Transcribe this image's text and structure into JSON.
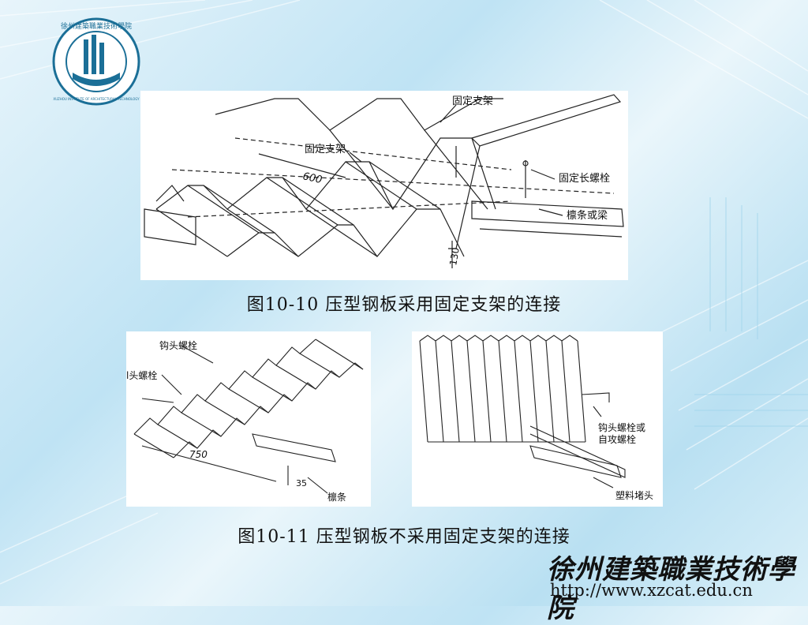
{
  "logo": {
    "top_text": "徐州建築職業技術學院",
    "ring_text": "XUZHOU INSTITUTE OF ARCHITECTURAL TECHNOLOGY",
    "colors": {
      "ring": "#1b6f97",
      "mark": "#1b6f97"
    }
  },
  "figure1": {
    "labels": {
      "bracket_top": "固定支架",
      "bracket_mid": "固定支架",
      "bolt": "固定长螺栓",
      "purlin": "檩条或梁",
      "dim_600": "600",
      "dim_130": "130"
    },
    "caption": "图10-10 压型钢板采用固定支架的连接"
  },
  "figure2": {
    "labels": {
      "hook_bolt": "钩头螺栓",
      "hook_bolt_cut": "l头螺栓",
      "dim_750": "750",
      "dim_35": "35",
      "purlin": "檩条"
    }
  },
  "figure3": {
    "labels": {
      "bolt_line1": "钩头螺栓或",
      "bolt_line2": "自攻螺栓",
      "plug": "塑料堵头"
    }
  },
  "caption2": "图10-11 压型钢板不采用固定支架的连接",
  "footer": {
    "school_name": "徐州建築職業技術學院",
    "url": "http://www.xzcat.edu.cn"
  }
}
